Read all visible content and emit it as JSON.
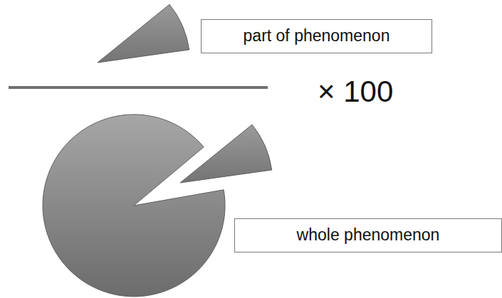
{
  "diagram": {
    "nodes": [
      {
        "text": [
          "part of phenomenon"
        ]
      },
      {
        "text": [
          "whole phenomenon"
        ]
      }
    ],
    "labels": [
      "× 100"
    ]
  }
}
